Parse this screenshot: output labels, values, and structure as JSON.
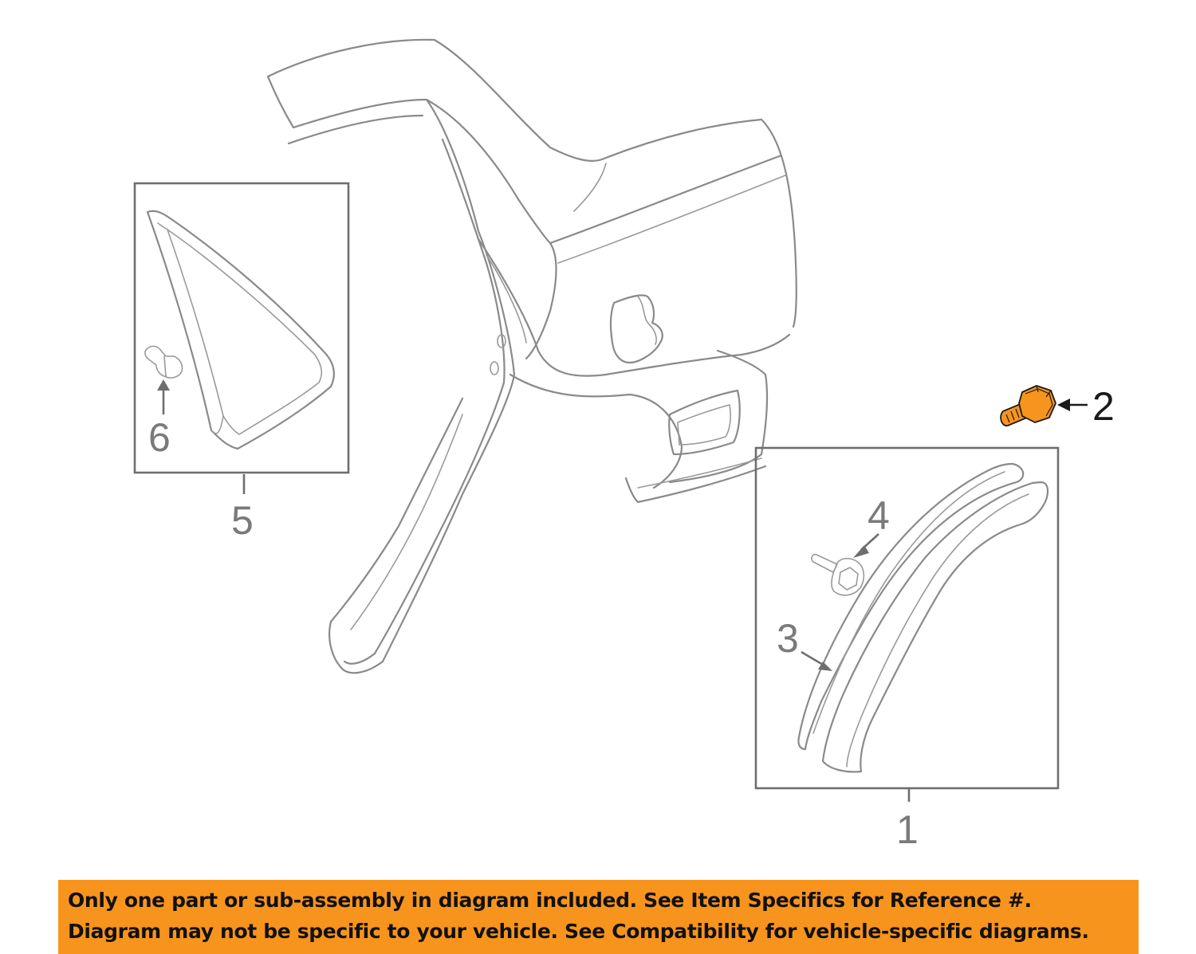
{
  "diagram": {
    "callouts": [
      {
        "id": "1",
        "label": "1",
        "highlighted": false
      },
      {
        "id": "2",
        "label": "2",
        "highlighted": true
      },
      {
        "id": "3",
        "label": "3",
        "highlighted": false
      },
      {
        "id": "4",
        "label": "4",
        "highlighted": false
      },
      {
        "id": "5",
        "label": "5",
        "highlighted": false
      },
      {
        "id": "6",
        "label": "6",
        "highlighted": false
      }
    ],
    "highlight_color": "#f7941d",
    "line_color": "#8a8a8a"
  },
  "banner": {
    "line1": "Only one part or sub-assembly in diagram included. See Item Specifics for Reference #.",
    "line2": "Diagram may not be specific to your vehicle. See Compatibility for vehicle-specific diagrams.",
    "background": "#f7941d"
  }
}
